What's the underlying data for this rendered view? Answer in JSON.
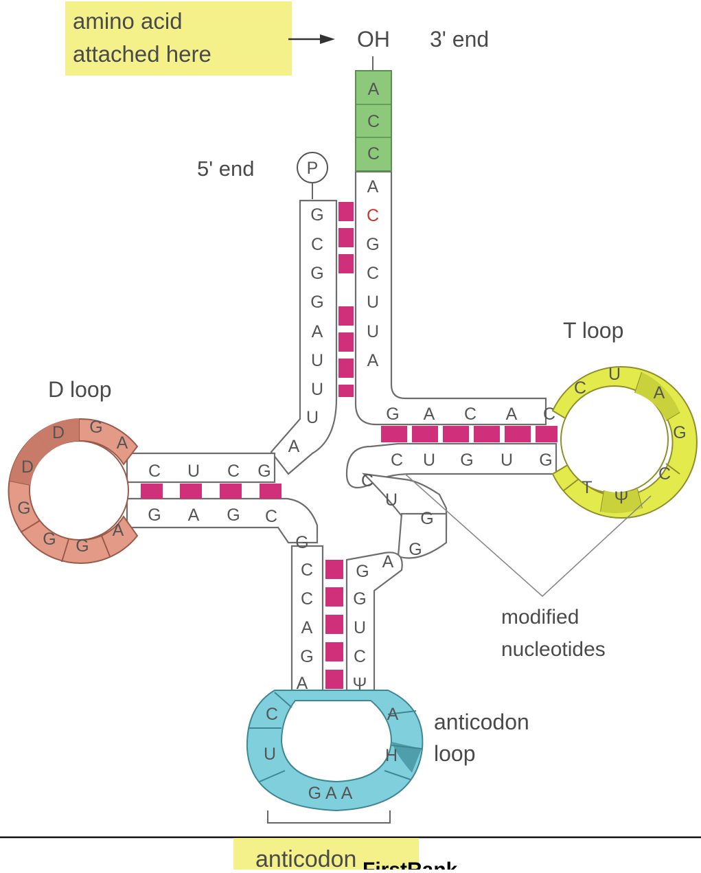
{
  "labels": {
    "amino_acid_line1": "amino acid",
    "amino_acid_line2": "attached here",
    "oh": "OH",
    "three_prime": "3' end",
    "five_prime": "5' end",
    "phosphate": "P",
    "t_loop": "T loop",
    "d_loop": "D loop",
    "modified_line1": "modified",
    "modified_line2": "nucleotides",
    "anticodon_loop_line1": "anticodon",
    "anticodon_loop_line2": "loop",
    "anticodon": "anticodon",
    "footer_fragment": "FirstRank"
  },
  "acceptor_tip": [
    "A",
    "C",
    "C"
  ],
  "acceptor_5prime": [
    "G",
    "C",
    "G",
    "G",
    "A",
    "U",
    "U"
  ],
  "acceptor_3prime": [
    "A",
    "C",
    "G",
    "C",
    "U",
    "U",
    "A"
  ],
  "connector_5prime": [
    "U",
    "A"
  ],
  "d_stem_top": [
    "C",
    "U",
    "C",
    "G"
  ],
  "d_stem_bottom": [
    "G",
    "A",
    "G",
    "C"
  ],
  "d_loop": [
    "A",
    "G",
    "D",
    "D",
    "G",
    "G",
    "G",
    "A"
  ],
  "t_stem_top": [
    "G",
    "A",
    "C",
    "A",
    "C"
  ],
  "t_stem_bottom": [
    "C",
    "U",
    "G",
    "U",
    "G"
  ],
  "t_loop": [
    "C",
    "U",
    "A",
    "G",
    "C",
    "Ψ",
    "T"
  ],
  "variable_loop": [
    "C",
    "U",
    "G",
    "G",
    "A"
  ],
  "anticodon_stem_left": [
    "G",
    "C",
    "C",
    "A",
    "G",
    "A"
  ],
  "anticodon_stem_right": [
    "G",
    "G",
    "U",
    "C",
    "Ψ"
  ],
  "anticodon_loop": [
    "C",
    "U",
    "A",
    "H"
  ],
  "anticodon_triplet": "GAA",
  "colors": {
    "highlight_yellow": "#f4f08a",
    "tip_green": "#8cc97a",
    "t_loop_yellow": "#e3ea4c",
    "d_loop_salmon": "#e39a86",
    "anticodon_cyan": "#7fd0dc",
    "base_pair_magenta": "#d0307a"
  }
}
